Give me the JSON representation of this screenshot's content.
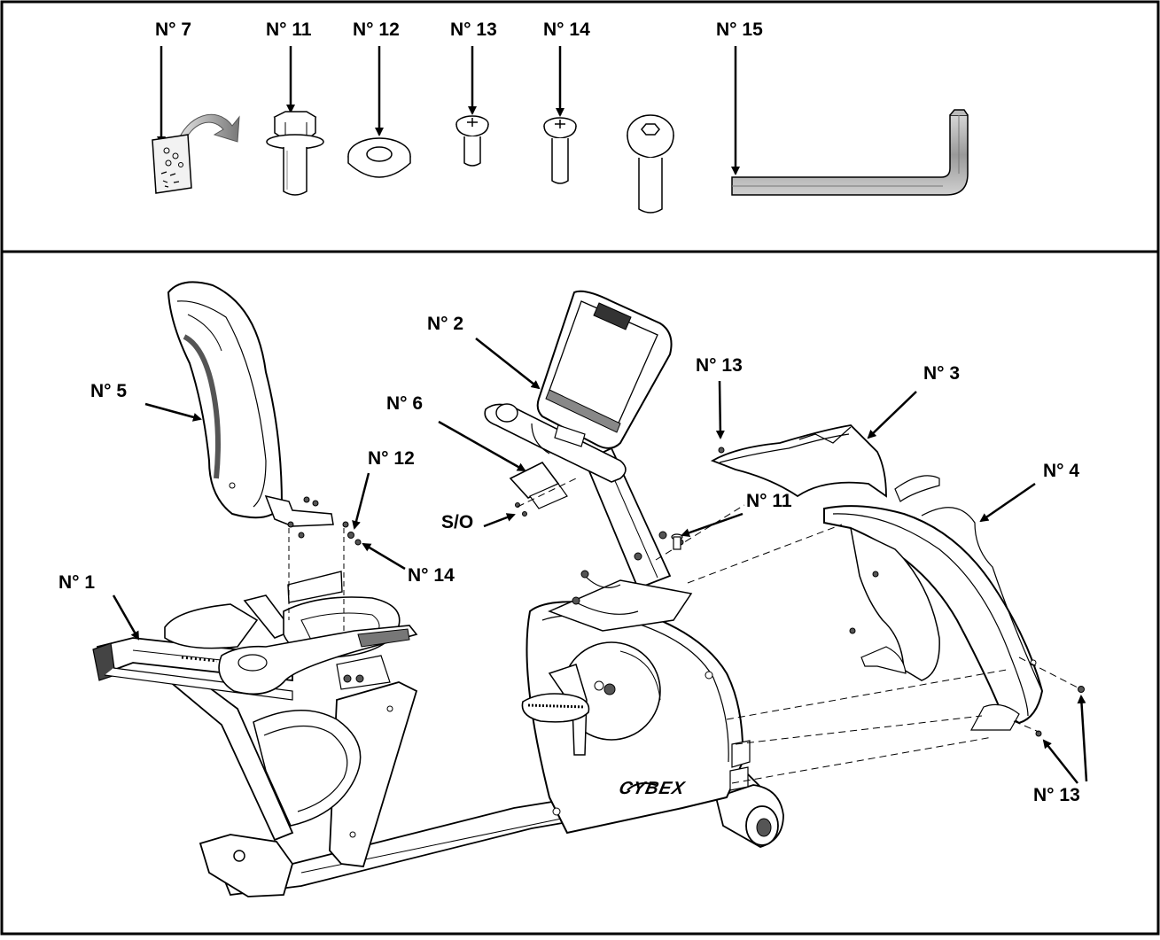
{
  "hardware_panel": {
    "labels": {
      "n7": "N° 7",
      "n11": "N° 11",
      "n12": "N° 12",
      "n13": "N° 13",
      "n14": "N° 14",
      "n15": "N° 15"
    }
  },
  "assembly_panel": {
    "labels": {
      "n1": "N° 1",
      "n2": "N° 2",
      "n3": "N° 3",
      "n4": "N° 4",
      "n5": "N° 5",
      "n6": "N° 6",
      "n11": "N° 11",
      "n12": "N° 12",
      "n13_top": "N° 13",
      "n13_bottom": "N° 13",
      "n14": "N° 14",
      "so": "S/O"
    },
    "brand": "CYBEX"
  }
}
